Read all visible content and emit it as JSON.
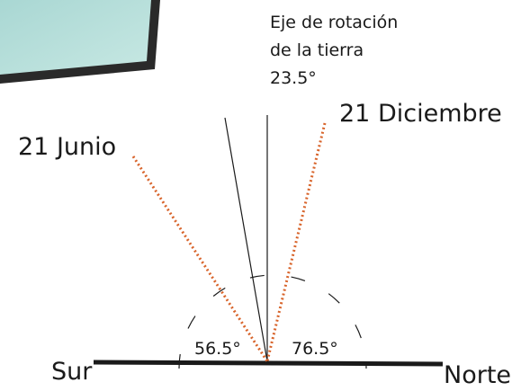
{
  "axis_label": {
    "line1": "Eje de rotación",
    "line2": "de la tierra",
    "line3": "23.5°"
  },
  "rays": {
    "june": "21 Junio",
    "december": "21 Diciembre"
  },
  "directions": {
    "south": "Sur",
    "north": "Norte"
  },
  "angles": {
    "south_side": "56.5°",
    "north_side": "76.5°"
  },
  "colors": {
    "ray": "#d8642b",
    "line": "#1a1a1a",
    "panel_fill": "#b9e0dc",
    "panel_frame": "#2a2a2a"
  }
}
